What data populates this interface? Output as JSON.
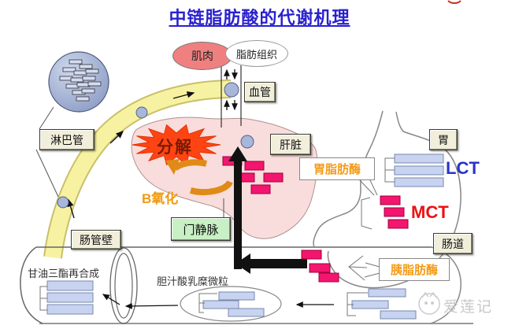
{
  "title": "中链脂肪酸的代谢机理",
  "labels": {
    "muscle": "肌肉",
    "fat_tissue": "脂肪组织",
    "blood_vessel": "血管",
    "lymph_vessel": "淋巴管",
    "liver": "肝脏",
    "stomach": "胃",
    "gut": "肠道",
    "gut_wall": "肠管壁",
    "portal_vein": "门静脉",
    "breakdown": "分解",
    "beta_oxidation": "B氧化",
    "gastric_lipase": "胃脂肪酶",
    "pancreatic_lipase": "胰脂肪酶",
    "lct": "LCT",
    "mct": "MCT",
    "tg_resynthesis": "甘油三酯再合成",
    "bile_acid_chylomicron": "胆汁酸乳糜微粒"
  },
  "watermark": "爱莲记",
  "colors": {
    "title": "#2a21cf",
    "lct_text": "#2a32cc",
    "mct_text": "#ee1111",
    "enzyme_text": "#f59b16",
    "mct_rect": "#f3156e",
    "lct_rect": "#c7d3f1",
    "starburst": "#ff4414",
    "lymph_band": "#f6f2a2",
    "liver_fill": "#f9dcdc",
    "muscle_fill": "#f08080",
    "portal_box": "#c8f0c4",
    "label_box": "#f1eedb"
  }
}
